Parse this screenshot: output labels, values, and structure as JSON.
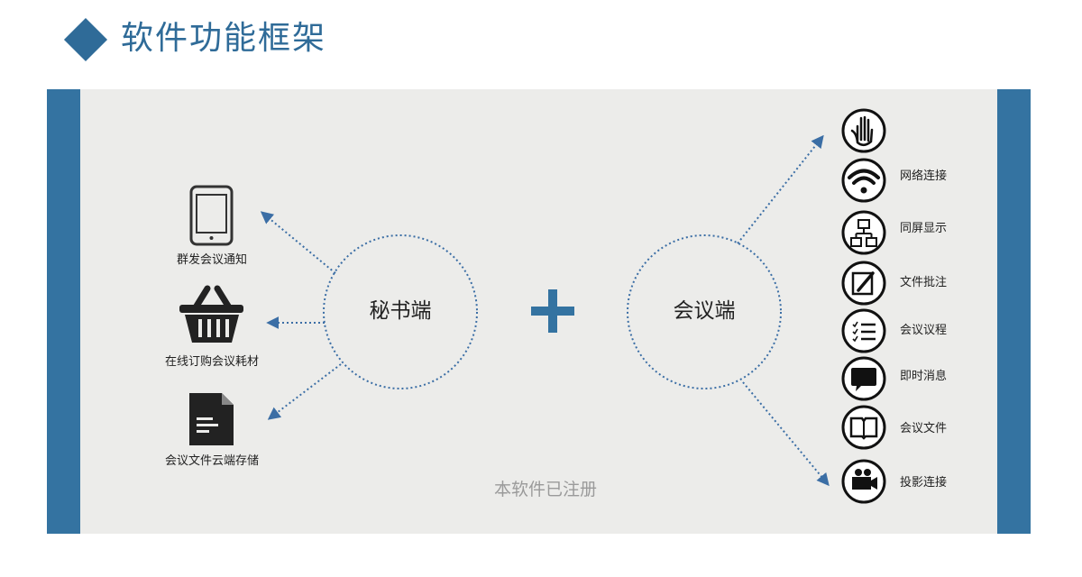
{
  "header": {
    "title": "软件功能框架"
  },
  "colors": {
    "accent": "#2f6b98",
    "side_bar": "#3473a1",
    "panel": "#ececea",
    "dotted_line": "#3b6ea5",
    "plus": "#3473a1"
  },
  "secretary": {
    "label": "秘书端",
    "features": [
      {
        "icon": "tablet-icon",
        "label": "群发会议通知"
      },
      {
        "icon": "shopping-basket-icon",
        "label": "在线订购会议耗材"
      },
      {
        "icon": "document-icon",
        "label": "会议文件云端存储"
      }
    ]
  },
  "plus_symbol": "+",
  "meeting": {
    "label": "会议端",
    "features": [
      {
        "icon": "raised-hand-icon",
        "label": ""
      },
      {
        "icon": "wifi-icon",
        "label": "网络连接"
      },
      {
        "icon": "network-icon",
        "label": "同屏显示"
      },
      {
        "icon": "edit-icon",
        "label": "文件批注"
      },
      {
        "icon": "agenda-list-icon",
        "label": "会议议程"
      },
      {
        "icon": "chat-bubble-icon",
        "label": "即时消息"
      },
      {
        "icon": "open-book-icon",
        "label": "会议文件"
      },
      {
        "icon": "video-camera-icon",
        "label": "投影连接"
      }
    ]
  },
  "watermark": "本软件已注册"
}
